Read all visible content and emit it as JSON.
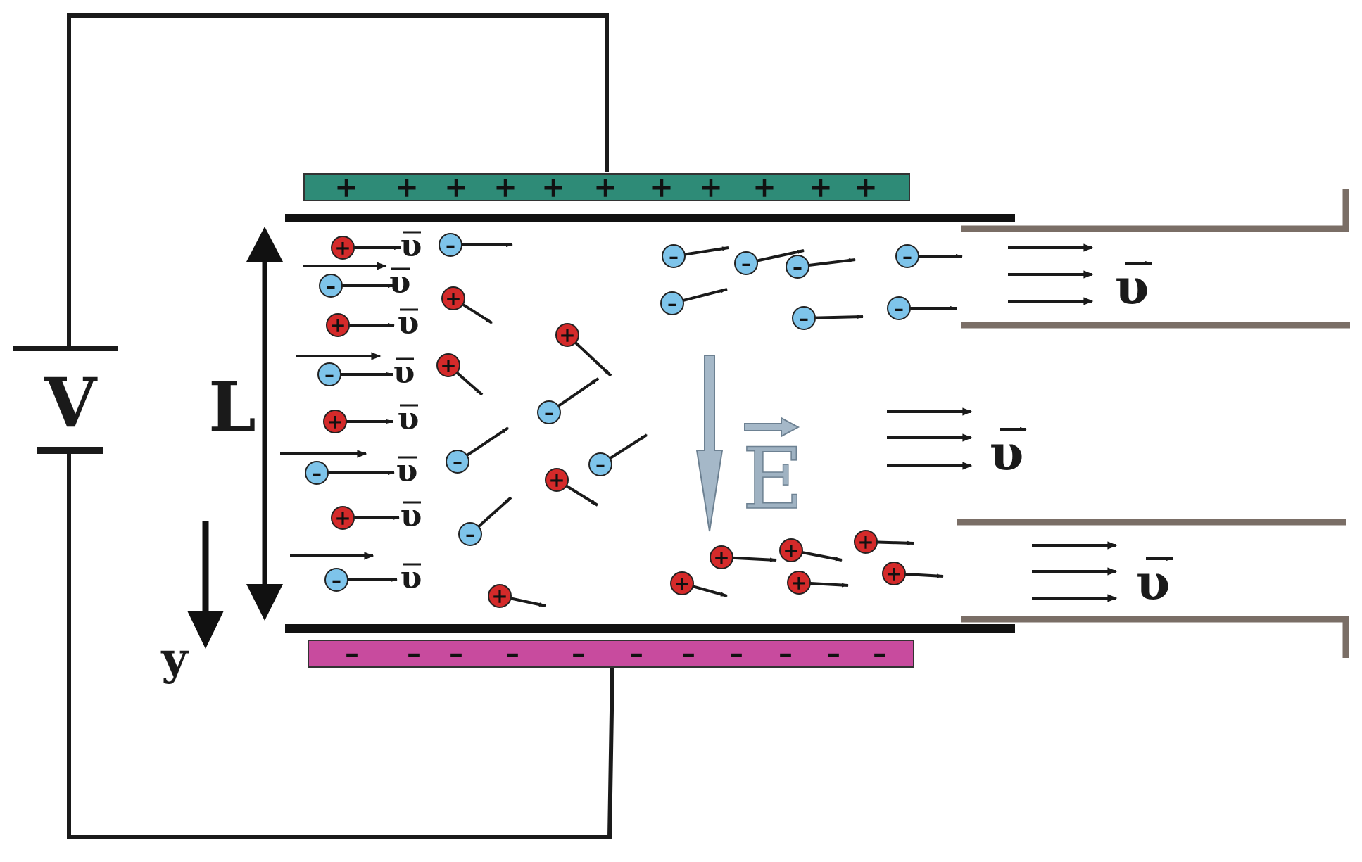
{
  "labels": {
    "voltage": "V",
    "plate_gap": "L",
    "y_axis": "y",
    "field": "E",
    "velocity": "υ"
  },
  "plates": {
    "top_sign": "+",
    "bottom_sign": "–",
    "top_color": "#2e8b77",
    "bottom_color": "#c84b9e"
  },
  "colors": {
    "positive_ion": "#d42a2a",
    "negative_ion": "#7ec4ea",
    "field_arrow": "#9fb2c2",
    "outlet_walls": "#7a6e66",
    "wire": "#1a1a1a"
  },
  "ions": {
    "positive_sign": "+",
    "negative_sign": "–"
  }
}
